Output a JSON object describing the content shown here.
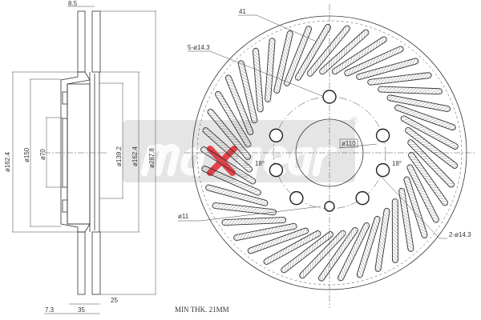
{
  "section_view": {
    "dims": {
      "width_top": "8.5",
      "dia_162_left": "ø162.4",
      "dia_150": "ø150",
      "dia_70": "ø70",
      "dia_139": "ø139.2",
      "dia_162_right": "ø162.4",
      "dia_287": "ø287.8",
      "offset_25": "25",
      "height_35": "35",
      "hub_7": "7.3"
    }
  },
  "front_view": {
    "vane_count_label": "41",
    "vane_count": 41,
    "bolt_holes_label": "5-ø14.3",
    "extra_holes_label": "2-ø14.3",
    "pin_hole_label": "ø11",
    "center_hole_label": "ø110",
    "angle_left": "18°",
    "angle_right": "18°"
  },
  "note": "MIN THK. 21MM",
  "watermark": {
    "text": "maxgear",
    "registered": "®",
    "band_color": "#d9d9d9",
    "accent": "#e8303a"
  }
}
